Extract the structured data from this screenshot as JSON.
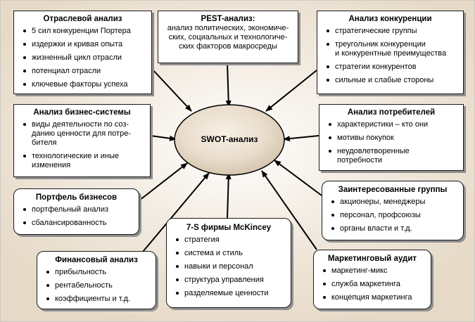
{
  "center": {
    "label": "SWOT-анализ"
  },
  "boxes": {
    "industry": {
      "title": "Отраслевой анализ",
      "items": [
        "5 сил конкуренции Портера",
        "издержки и кривая опыта",
        "жизненный цикл отрасли",
        "потенциал отрасли",
        "ключевые факторы успеха"
      ]
    },
    "pest": {
      "title": "PEST-анализ:",
      "lines": [
        "анализ политических, экономиче-",
        "ских, социальных и технологиче-",
        "ских факторов макросреды"
      ]
    },
    "competition": {
      "title": "Анализ конкуренции",
      "items": [
        [
          "стратегические группы"
        ],
        [
          "треугольник конкуренции",
          "и конкурентные преимущества"
        ],
        [
          "стратегии конкурентов"
        ],
        [
          "сильные и слабые стороны"
        ]
      ]
    },
    "business_system": {
      "title": "Анализ бизнес-системы",
      "items": [
        [
          "виды деятельности по соз-",
          "данию ценности для потре-",
          "бителя"
        ],
        [
          "технологические и иные",
          "изменения"
        ]
      ]
    },
    "consumers": {
      "title": "Анализ потребителей",
      "items": [
        [
          "характеристики – кто они"
        ],
        [
          "мотивы покупок"
        ],
        [
          "неудовлетворенные",
          "потребности"
        ]
      ]
    },
    "portfolio": {
      "title": "Портфель бизнесов",
      "items": [
        "портфельный анализ",
        "сбалансированность"
      ]
    },
    "stakeholders": {
      "title": "Заинтересованные группы",
      "items": [
        "акционеры, менеджеры",
        "персонал, профсоюзы",
        "органы власти и т.д."
      ]
    },
    "seven_s": {
      "title": "7-S фирмы McKincey",
      "items": [
        "стратегия",
        "система и стиль",
        "навыки и персонал",
        "структура управления",
        "разделяемые ценности"
      ]
    },
    "financial": {
      "title": "Финансовый анализ",
      "items": [
        "прибыльность",
        "рентабельность",
        "коэффициенты и т.д."
      ]
    },
    "marketing_audit": {
      "title": "Маркетинговый аудит",
      "items": [
        "маркетинг-микс",
        "служба маркетинга",
        "концепция маркетинга"
      ]
    }
  }
}
